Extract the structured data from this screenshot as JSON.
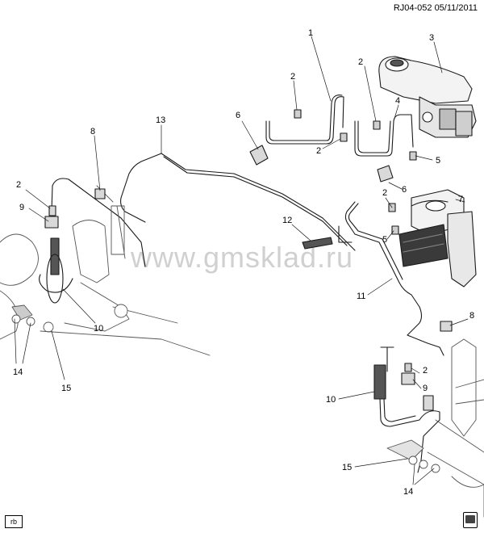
{
  "header": {
    "reference": "RJ04-052  05/11/2011"
  },
  "footer": {
    "corner_tag": "rb"
  },
  "watermark": {
    "text": "www.gmsklad.ru"
  },
  "callouts": {
    "c1": "1",
    "c2a": "2",
    "c2b": "2",
    "c2c": "2",
    "c2d": "2",
    "c2e": "2",
    "c2f": "2",
    "c3": "3",
    "c4": "4",
    "c5a": "5",
    "c5b": "5",
    "c6a": "6",
    "c6b": "6",
    "c7": "7",
    "c8a": "8",
    "c8b": "8",
    "c9a": "9",
    "c9b": "9",
    "c10a": "10",
    "c10b": "10",
    "c11": "11",
    "c12": "12",
    "c13": "13",
    "c14a": "14",
    "c14b": "14",
    "c15a": "15",
    "c15b": "15"
  },
  "colors": {
    "line": "#1a1a1a",
    "part_fill": "#d9d9d9",
    "dark_fill": "#555555"
  }
}
